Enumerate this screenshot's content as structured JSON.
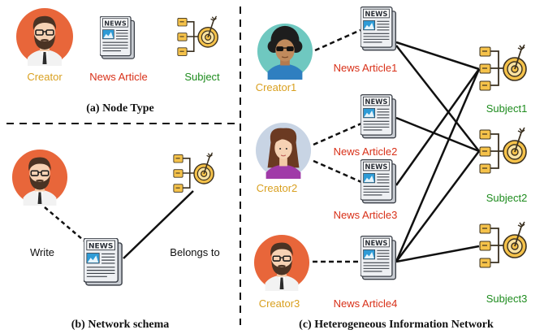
{
  "colors": {
    "creator_label": "#d9a020",
    "news_label": "#d83018",
    "subject_label": "#1e8c1e",
    "edge": "#111111",
    "avatar_orange": "#e8663a",
    "avatar_teal": "#6fc8c0",
    "avatar_grey": "#c8d4e4",
    "target_yellow": "#f5c24a"
  },
  "icons": {
    "creator": "man-with-glasses-and-beard-avatar",
    "creator_alt1": "person-with-afro-and-sunglasses-avatar",
    "creator_alt2": "woman-with-long-hair-avatar",
    "news": "newspaper-icon",
    "subject": "target-with-arrow-icon"
  },
  "panel_a": {
    "caption": "(a) Node Type",
    "creator_label": "Creator",
    "news_label": "News Article",
    "subject_label": "Subject",
    "newspaper_text": "NEWS"
  },
  "panel_b": {
    "caption": "(b) Network schema",
    "write_label": "Write",
    "belongs_label": "Belongs to",
    "newspaper_text": "NEWS"
  },
  "panel_c": {
    "caption": "(c) Heterogeneous Information Network",
    "newspaper_text": "NEWS",
    "creators": [
      "Creator1",
      "Creator2",
      "Creator3"
    ],
    "articles": [
      "News Article1",
      "News Article2",
      "News Article3",
      "News Article4"
    ],
    "subjects": [
      "Subject1",
      "Subject2",
      "Subject3"
    ]
  }
}
